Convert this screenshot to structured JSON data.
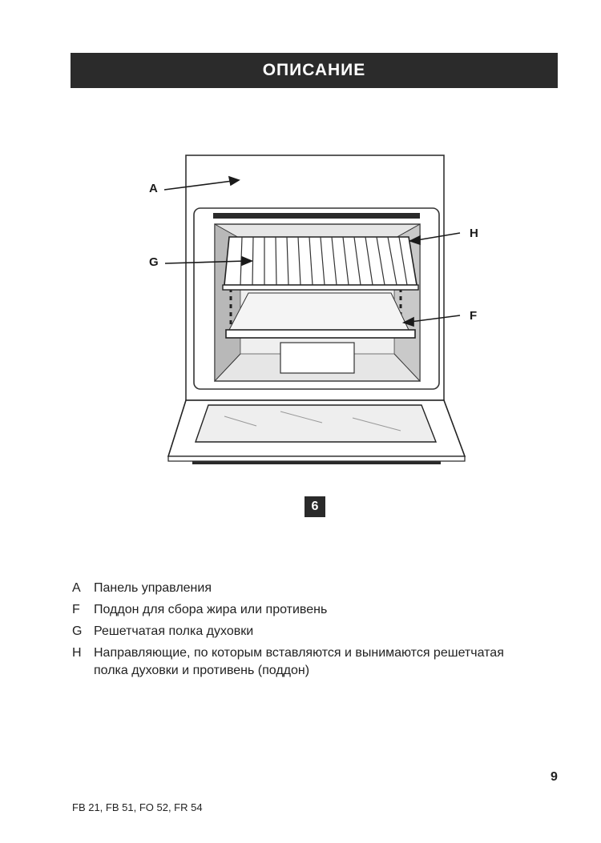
{
  "header": {
    "title": "ОПИСАНИЕ"
  },
  "figure": {
    "callouts": {
      "a": "A",
      "g": "G",
      "h": "H",
      "f": "F"
    },
    "number": "6"
  },
  "legend": {
    "items": [
      {
        "letter": "A",
        "text": "Панель управления"
      },
      {
        "letter": "F",
        "text": "Поддон для сбора жира или противень"
      },
      {
        "letter": "G",
        "text": "Решетчатая полка духовки"
      },
      {
        "letter": "H",
        "text": "Направляющие, по которым вставляются и вынимаются решетчатая полка духовки и противень (поддон)"
      }
    ]
  },
  "footer": {
    "models": "FB 21, FB 51, FO 52, FR 54",
    "page_number": "9"
  }
}
